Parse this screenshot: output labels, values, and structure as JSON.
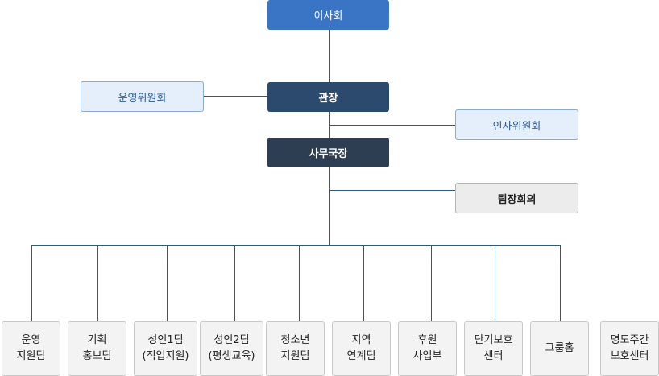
{
  "board": "이사회",
  "director": "관장",
  "secretary_general": "사무국장",
  "operations_committee": "운영위원회",
  "personnel_committee": "인사위원회",
  "team_leader_meeting": "팀장회의",
  "teams": [
    {
      "label": "운영\n지원팀"
    },
    {
      "label": "기획\n홍보팀"
    },
    {
      "label": "성인1팀\n(직업지원)"
    },
    {
      "label": "성인2팀\n(평생교육)"
    },
    {
      "label": "청소년\n지원팀"
    },
    {
      "label": "지역\n연계팀"
    },
    {
      "label": "후원\n사업부"
    },
    {
      "label": "단기보호\n센터"
    },
    {
      "label": "그룹홈"
    },
    {
      "label": "명도주간\n보호센터"
    }
  ],
  "colors": {
    "board_bg": "#3a74c4",
    "director_bg": "#2c4a6e",
    "secretary_bg": "#2e3e52",
    "committee_bg": "#e4effb",
    "committee_text": "#2b5b9a",
    "meeting_bg": "#ececec",
    "team_bg": "#f3f3f3",
    "line": "#2f5a78"
  }
}
